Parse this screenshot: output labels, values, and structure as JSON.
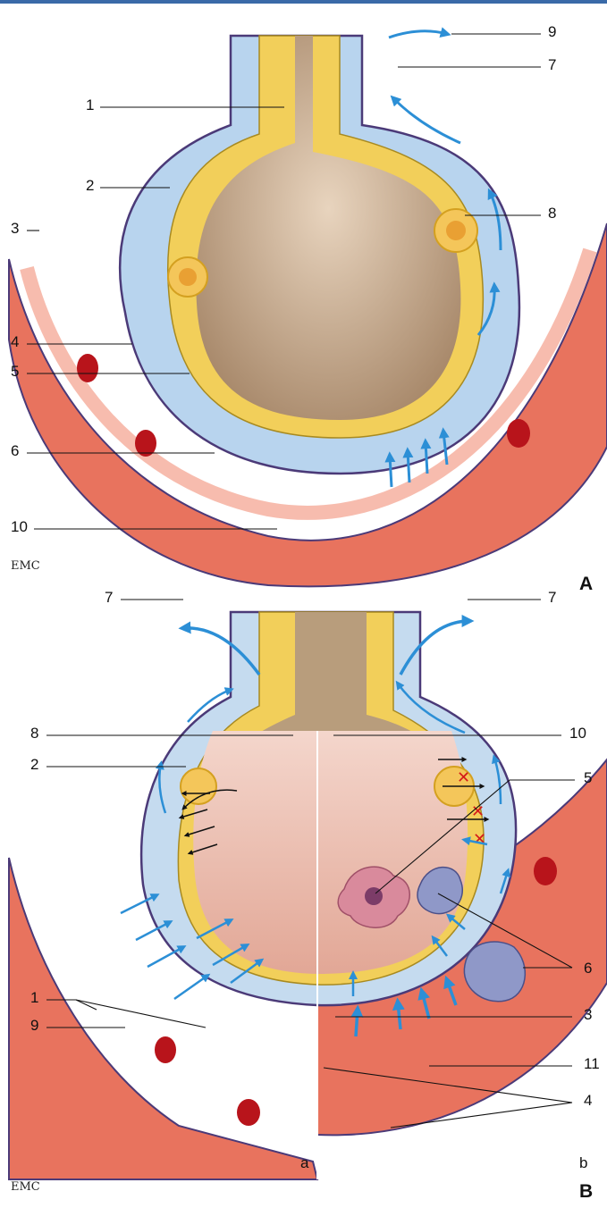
{
  "top_rule_color": "#3a6aa8",
  "colors": {
    "tissue": "#e8735e",
    "tissue_light": "#f3a08c",
    "membrane": "#b8d4ee",
    "membrane_edge": "#4b3a78",
    "epithelium": "#f2cf5a",
    "lumen": "#c9ad8e",
    "edema": "#e9b2a3",
    "arrow": "#2c8fd6"
  },
  "panel_a": {
    "letter": "A",
    "logo": "EMC",
    "labels": {
      "l1": "1",
      "l2": "2",
      "l3": "3",
      "l4": "4",
      "l5": "5",
      "l6": "6",
      "l7": "7",
      "l8": "8",
      "l9": "9",
      "l10": "10"
    }
  },
  "panel_b": {
    "letter": "B",
    "logo": "EMC",
    "sub_a": "a",
    "sub_b": "b",
    "labels": {
      "l7_left": "7",
      "l7_right": "7",
      "l8": "8",
      "l10": "10",
      "l2": "2",
      "l5": "5",
      "l6": "6",
      "l1": "1",
      "l9": "9",
      "l3": "3",
      "l11": "11",
      "l4": "4"
    }
  }
}
